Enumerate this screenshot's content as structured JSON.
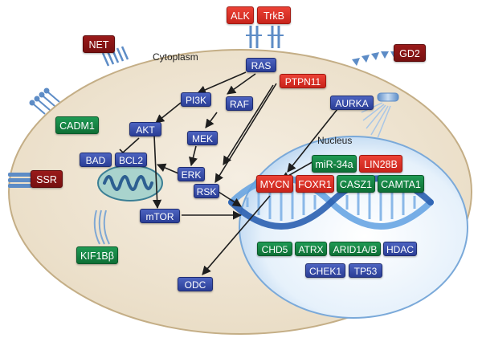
{
  "regions": {
    "cytoplasm": "Cytoplasm",
    "nucleus": "Nucleus"
  },
  "colors": {
    "cell_fill": "#efe6d6",
    "cell_border": "#c4ae86",
    "signaling_node": "#34479f",
    "tumor_suppressor": "#138443",
    "oncogene": "#d9302a",
    "membrane_marker": "#851515",
    "receptor": "#7fa8d4",
    "dna_helix": "#2f6fc0"
  },
  "receptors": {
    "alk": "ALK",
    "trkb": "TrkB"
  },
  "membrane_markers": {
    "net": "NET",
    "gd2": "GD2",
    "ssr": "SSR"
  },
  "cytoplasm": {
    "ras": "RAS",
    "pi3k": "PI3K",
    "raf": "RAF",
    "ptpn11": "PTPN11",
    "akt": "AKT",
    "mek": "MEK",
    "bad": "BAD",
    "bcl2": "BCL2",
    "erk": "ERK",
    "rsk": "RSK",
    "mtor": "mTOR",
    "odc": "ODC",
    "aurka": "AURKA",
    "cadm1": "CADM1",
    "kif1b": "KIF1Bβ"
  },
  "nucleus": {
    "mir34a": "miR-34a",
    "lin28b": "LIN28B",
    "mycn": "MYCN",
    "foxr1": "FOXR1",
    "casz1": "CASZ1",
    "camta1": "CAMTA1",
    "chd5": "CHD5",
    "atrx": "ATRX",
    "arid1ab": "ARID1A/B",
    "hdac": "HDAC",
    "chek1": "CHEK1",
    "tp53": "TP53"
  }
}
